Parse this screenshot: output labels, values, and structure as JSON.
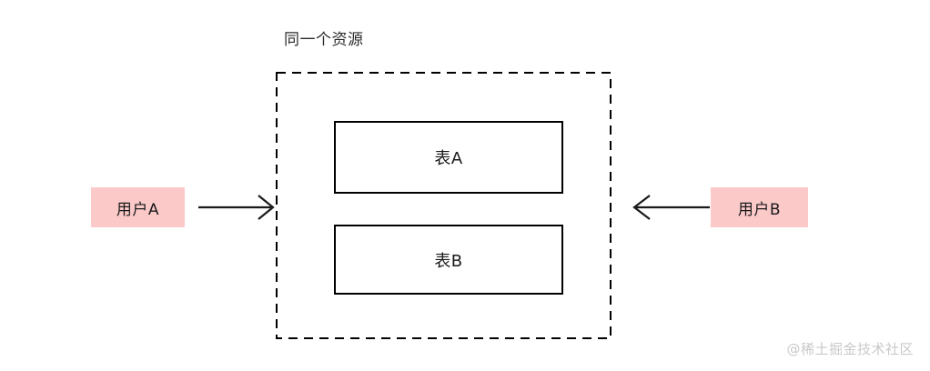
{
  "diagram": {
    "title": "同一个资源",
    "container": {
      "name": "resource-boundary",
      "border_style": "dashed",
      "border_color": "#000000"
    },
    "tables": [
      {
        "label": "表A",
        "border_color": "#000000",
        "fill": "#ffffff"
      },
      {
        "label": "表B",
        "border_color": "#000000",
        "fill": "#ffffff"
      }
    ],
    "actors": [
      {
        "label": "用户A",
        "fill": "#FCC9C9",
        "side": "left"
      },
      {
        "label": "用户B",
        "fill": "#FCC9C9",
        "side": "right"
      }
    ],
    "arrows": [
      {
        "name": "arrow-user-a-to-resource",
        "direction": "right",
        "color": "#1a1a1a"
      },
      {
        "name": "arrow-user-b-to-resource",
        "direction": "left",
        "color": "#1a1a1a"
      }
    ]
  },
  "watermark": {
    "text": "@稀土掘金技术社区",
    "color": "#c9c9c9"
  }
}
